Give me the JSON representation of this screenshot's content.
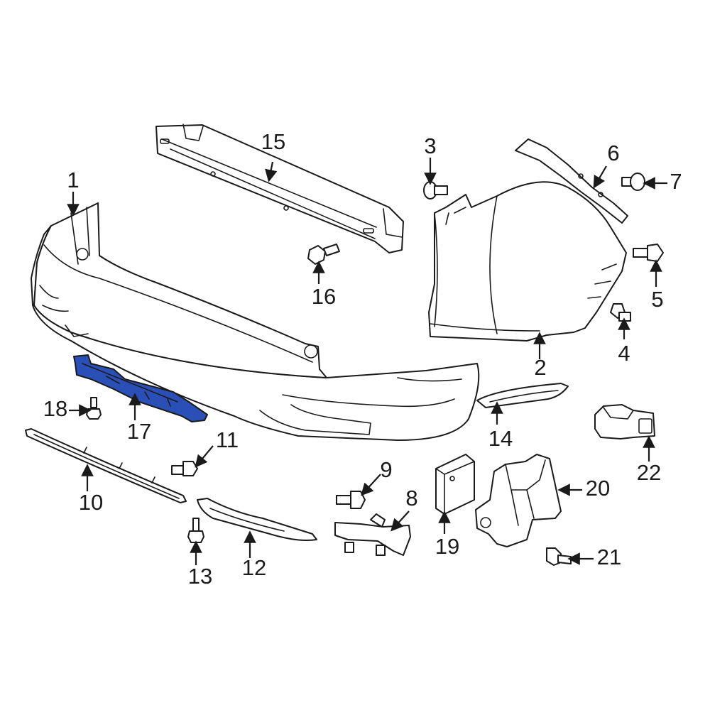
{
  "diagram": {
    "highlight_color": "#2a50b8",
    "line_color": "#1a1a1a",
    "callouts": [
      {
        "key": "c1",
        "label": "1"
      },
      {
        "key": "c2",
        "label": "2"
      },
      {
        "key": "c3",
        "label": "3"
      },
      {
        "key": "c4",
        "label": "4"
      },
      {
        "key": "c5",
        "label": "5"
      },
      {
        "key": "c6",
        "label": "6"
      },
      {
        "key": "c7",
        "label": "7"
      },
      {
        "key": "c8",
        "label": "8"
      },
      {
        "key": "c9",
        "label": "9"
      },
      {
        "key": "c10",
        "label": "10"
      },
      {
        "key": "c11",
        "label": "11"
      },
      {
        "key": "c12",
        "label": "12"
      },
      {
        "key": "c13",
        "label": "13"
      },
      {
        "key": "c14",
        "label": "14"
      },
      {
        "key": "c15",
        "label": "15"
      },
      {
        "key": "c16",
        "label": "16"
      },
      {
        "key": "c17",
        "label": "17",
        "highlighted": true
      },
      {
        "key": "c18",
        "label": "18"
      },
      {
        "key": "c19",
        "label": "19"
      },
      {
        "key": "c20",
        "label": "20"
      },
      {
        "key": "c21",
        "label": "21"
      },
      {
        "key": "c22",
        "label": "22"
      }
    ]
  }
}
